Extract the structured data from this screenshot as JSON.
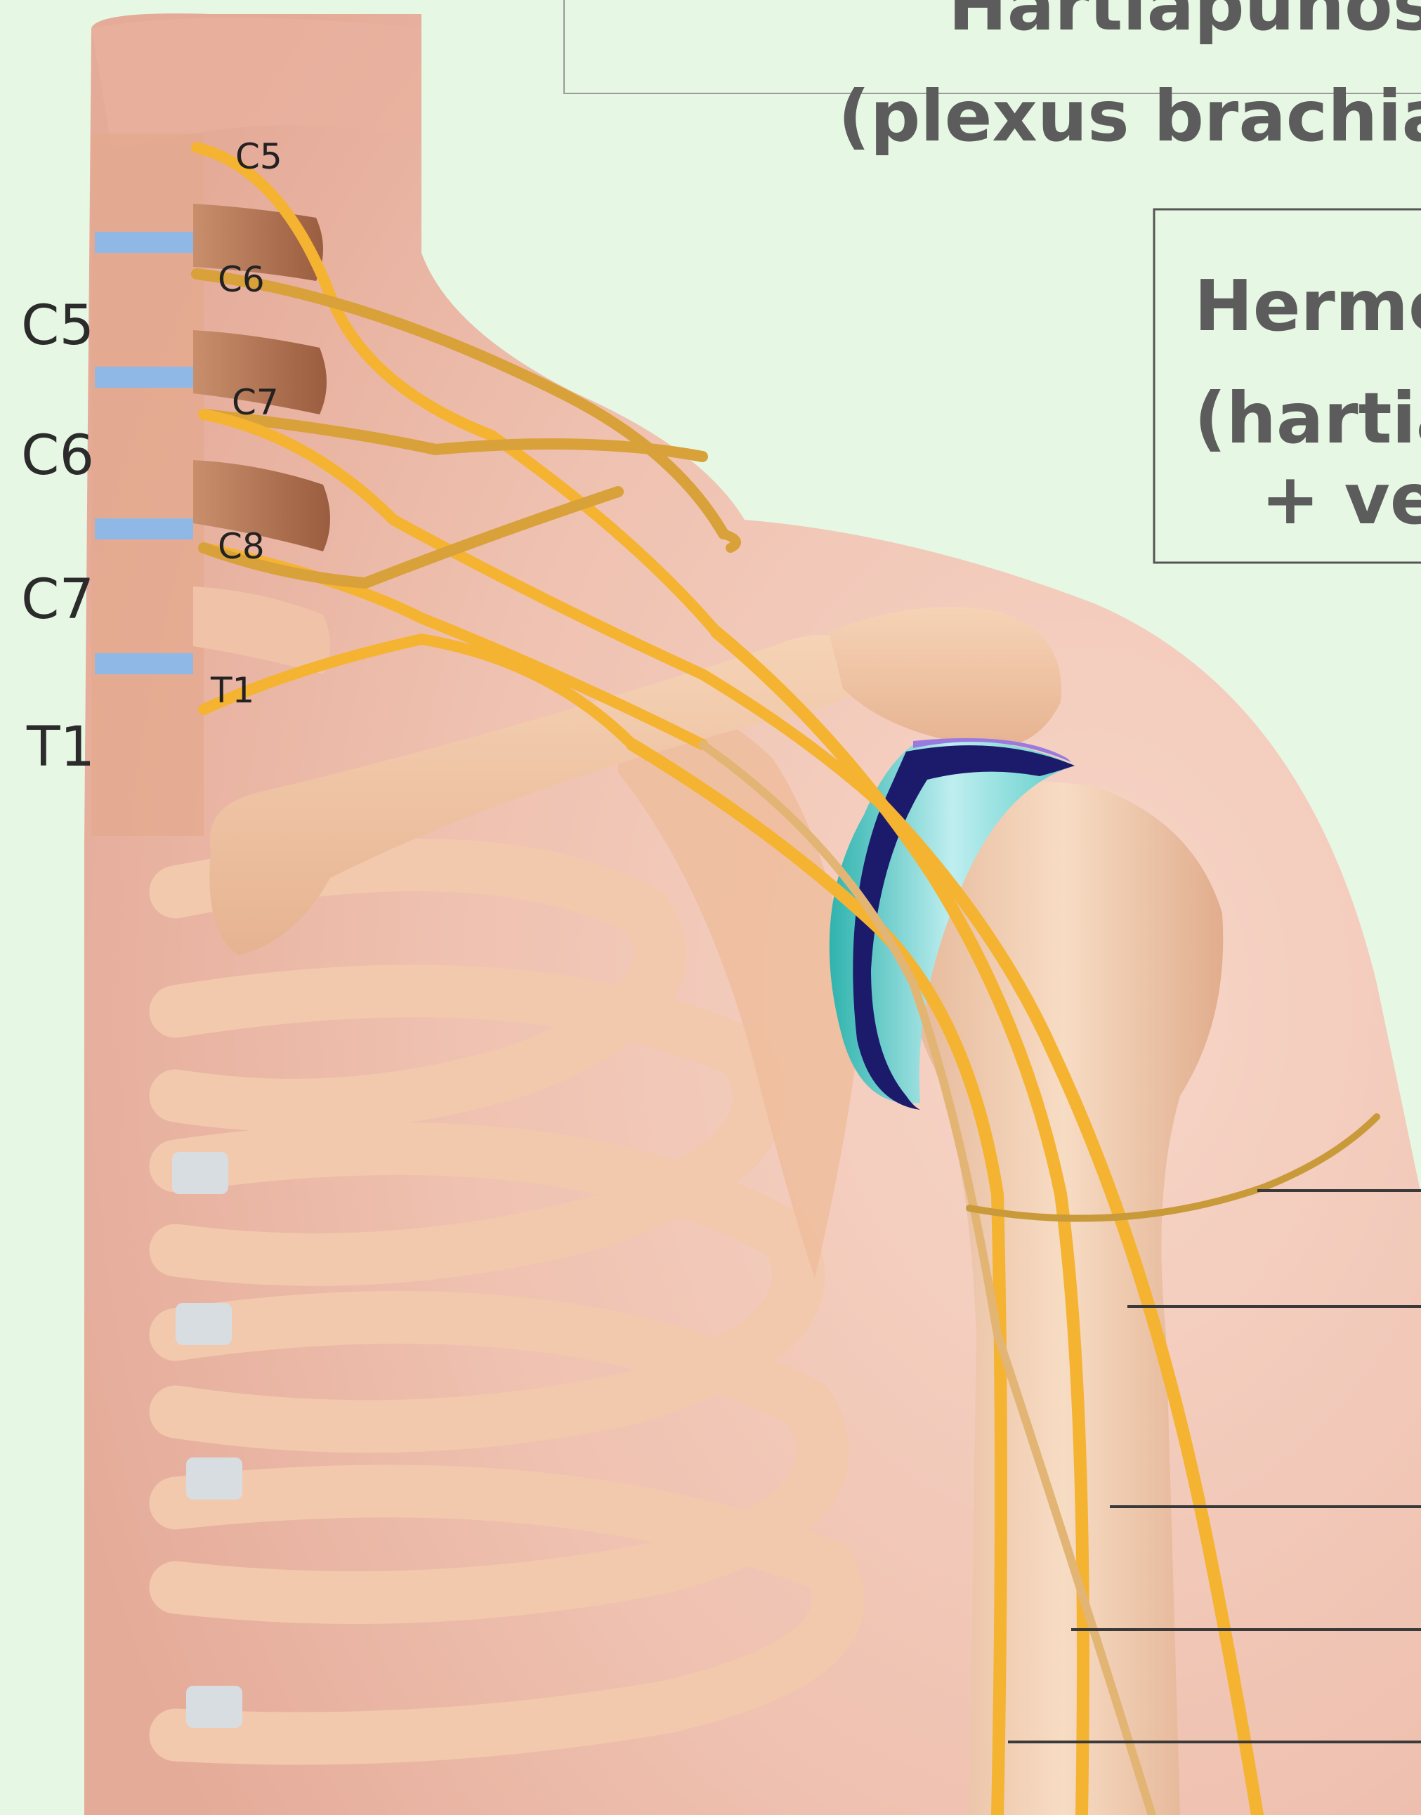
{
  "title": {
    "line1": "Hartiapunos",
    "line2": "(plexus brachia"
  },
  "callout": {
    "line1": "Hermo",
    "line2": "(hartia",
    "line3": "+ ve"
  },
  "spine_labels": [
    "C5",
    "C6",
    "C7",
    "T1"
  ],
  "root_labels": [
    "C5",
    "C6",
    "C7",
    "C8",
    "T1"
  ],
  "colors": {
    "background": "#e6f8e3",
    "skin": "#f1c4b3",
    "bone": "#f0c6a6",
    "nerve": "#f5b332",
    "nerve_deep": "#d9a13a",
    "cartilage": "#4fc7c2",
    "labrum": "#1b1a6b",
    "disc": "#8fb8e6",
    "text": "#5c5c5c"
  }
}
